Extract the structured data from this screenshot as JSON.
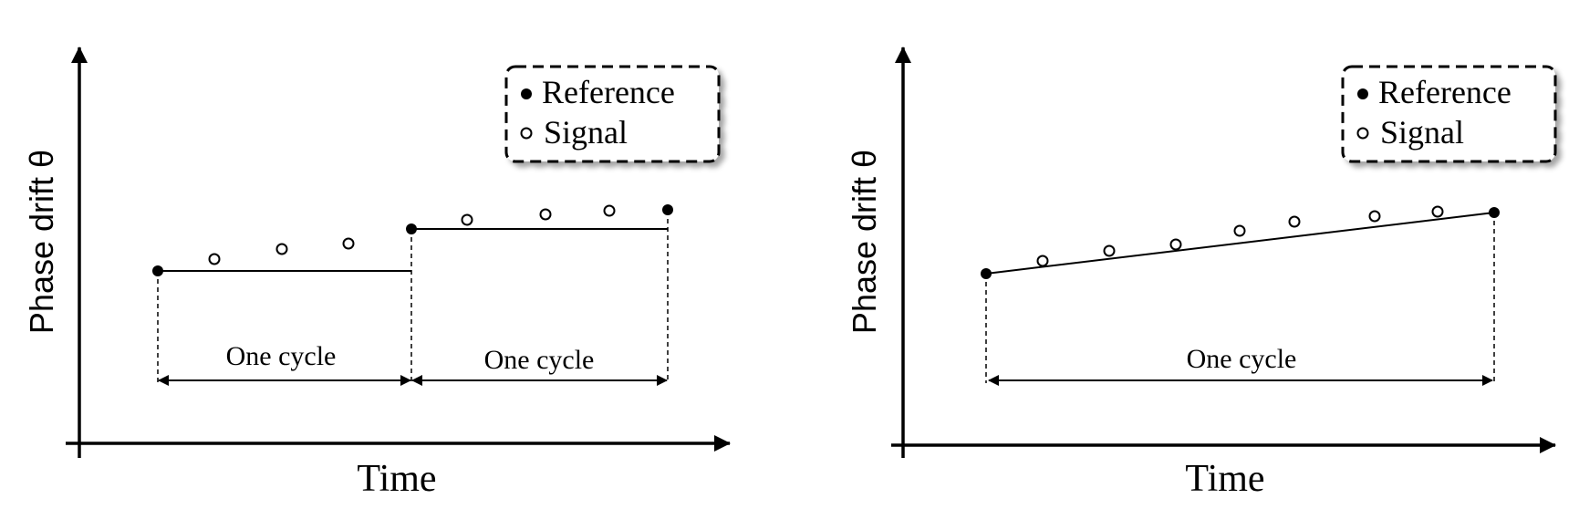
{
  "panels": [
    {
      "id": "left",
      "ylabel": "Phase drift θ",
      "xlabel": "Time",
      "legend": {
        "reference": "Reference",
        "signal": "Signal"
      },
      "cycle_labels": [
        "One cycle",
        "One cycle"
      ]
    },
    {
      "id": "right",
      "ylabel": "Phase drift θ",
      "xlabel": "Time",
      "legend": {
        "reference": "Reference",
        "signal": "Signal"
      },
      "cycle_labels": [
        "One cycle"
      ]
    }
  ],
  "colors": {
    "ink": "#000000",
    "background": "#ffffff"
  }
}
